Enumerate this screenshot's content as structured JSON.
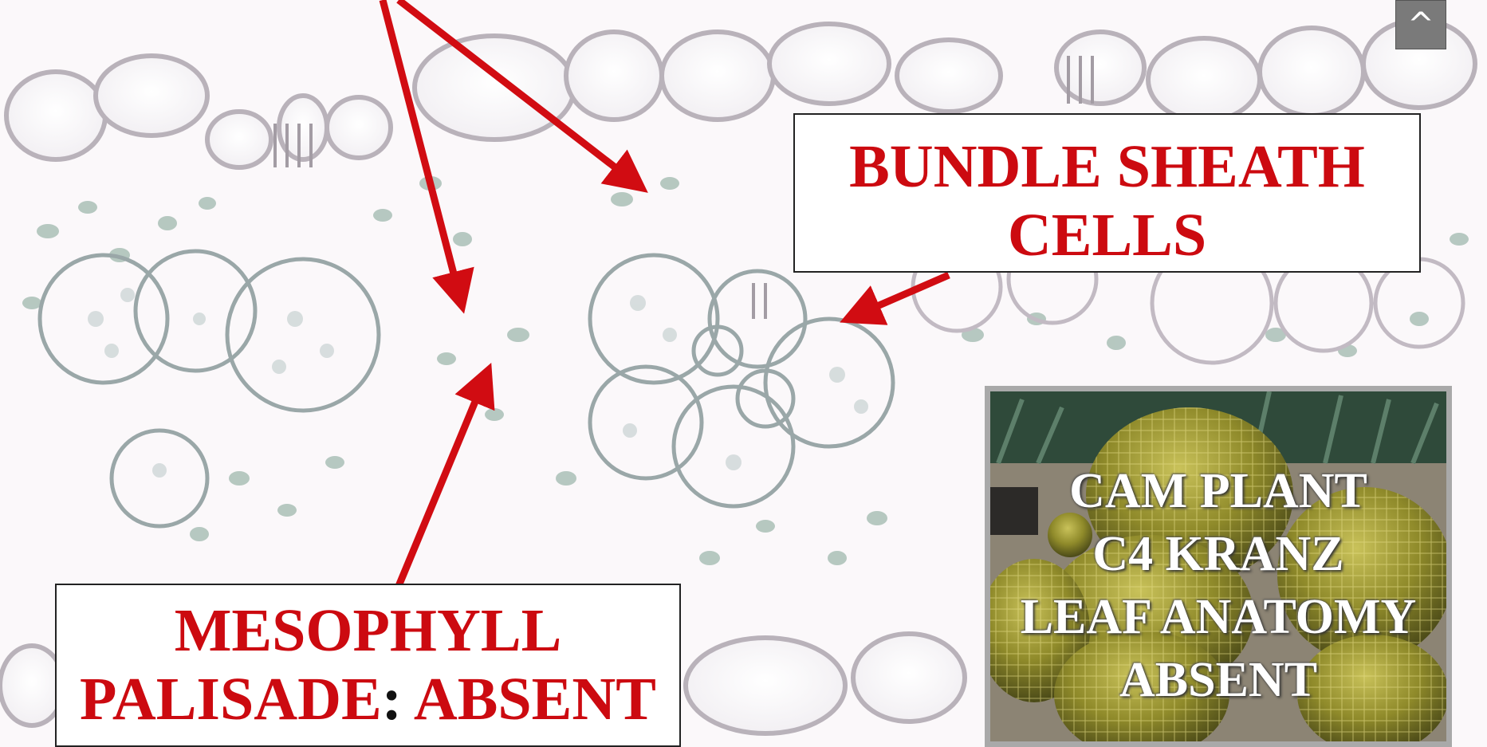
{
  "slide": {
    "bundle_sheath_label": {
      "line1": "BUNDLE SHEATH",
      "line2": "CELLS"
    },
    "mesophyll_label": {
      "line1": "MESOPHYLL",
      "line2_part1": "PALISADE",
      "line2_colon": ":",
      "line2_part2": " ABSENT"
    },
    "cam_panel": {
      "line1": "CAM PLANT",
      "line2": "C4 KRANZ",
      "line3": "LEAF ANATOMY",
      "line4": "ABSENT"
    },
    "scroll_top": {
      "label": "^",
      "icon": "caret-up-icon"
    }
  },
  "colors": {
    "label_red": "#cc0a10",
    "arrow_red": "#d10c12",
    "panel_border": "#a9a9a9",
    "button_gray": "#7a7a7a"
  }
}
